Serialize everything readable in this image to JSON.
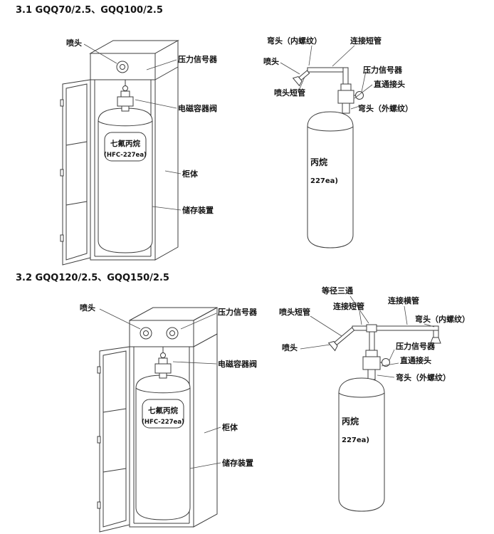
{
  "page": {
    "background": "#ffffff",
    "line_color": "#3c3c3c"
  },
  "section1": {
    "heading": "3.1 GQQ70/2.5、GQQ100/2.5",
    "cabinet": {
      "labels": {
        "nozzle": "喷头",
        "pressure_signal": "压力信号器",
        "solenoid_container_valve": "电磁容器阀",
        "cabinet_body": "柜体",
        "storage_device": "储存装置"
      },
      "cylinder_plate": {
        "line1": "七氟丙烷",
        "line2": "(HFC-227ea)"
      }
    },
    "assembly": {
      "labels": {
        "elbow_internal_thread": "弯头（内螺纹）",
        "connecting_short_pipe": "连接短管",
        "nozzle": "喷头",
        "pressure_signal": "压力信号器",
        "straight_connector": "直通接头",
        "nozzle_short_pipe": "喷头短管",
        "elbow_external_thread": "弯头（外螺纹）"
      },
      "cylinder_text": {
        "line1": "丙烷",
        "line2": "227ea)"
      }
    }
  },
  "section2": {
    "heading": "3.2 GQQ120/2.5、GQQ150/2.5",
    "cabinet": {
      "labels": {
        "nozzle": "喷头",
        "pressure_signal": "压力信号器",
        "solenoid_container_valve": "电磁容器阀",
        "cabinet_body": "柜体",
        "storage_device": "储存装置"
      },
      "cylinder_plate": {
        "line1": "七氟丙烷",
        "line2": "(HFC-227ea)"
      }
    },
    "assembly": {
      "labels": {
        "equal_diameter_tee": "等径三通",
        "connecting_short_pipe": "连接短管",
        "connecting_horizontal_pipe": "连接横管",
        "elbow_internal_thread": "弯头（内螺纹）",
        "nozzle_short_pipe": "喷头短管",
        "nozzle": "喷头",
        "pressure_signal": "压力信号器",
        "straight_connector": "直通接头",
        "elbow_external_thread": "弯头（外螺纹）"
      },
      "cylinder_text": {
        "line1": "丙烷",
        "line2": "227ea)"
      }
    }
  }
}
